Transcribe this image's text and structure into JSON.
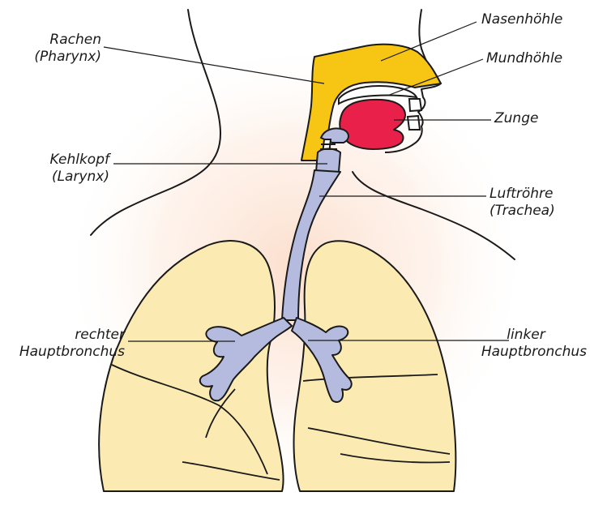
{
  "labels": {
    "rachen": {
      "line1": "Rachen",
      "line2": "(Pharynx)"
    },
    "kehlkopf": {
      "line1": "Kehlkopf",
      "line2": "(Larynx)"
    },
    "rechter_bronchus": {
      "line1": "rechter",
      "line2": "Hauptbronchus"
    },
    "nasenhoehle": {
      "line1": "Nasenhöhle"
    },
    "mundhoehle": {
      "line1": "Mundhöhle"
    },
    "zunge": {
      "line1": "Zunge"
    },
    "luftroehre": {
      "line1": "Luftröhre",
      "line2": "(Trachea)"
    },
    "linker_bronchus": {
      "line1": "linker",
      "line2": "Hauptbronchus"
    }
  },
  "colors": {
    "outline": "#1a1a1a",
    "pharynx_nasal": "#f7c615",
    "tongue": "#e8204a",
    "trachea": "#b4bbde",
    "lung": "#fbeab2",
    "glow": "#fbd9c4"
  }
}
